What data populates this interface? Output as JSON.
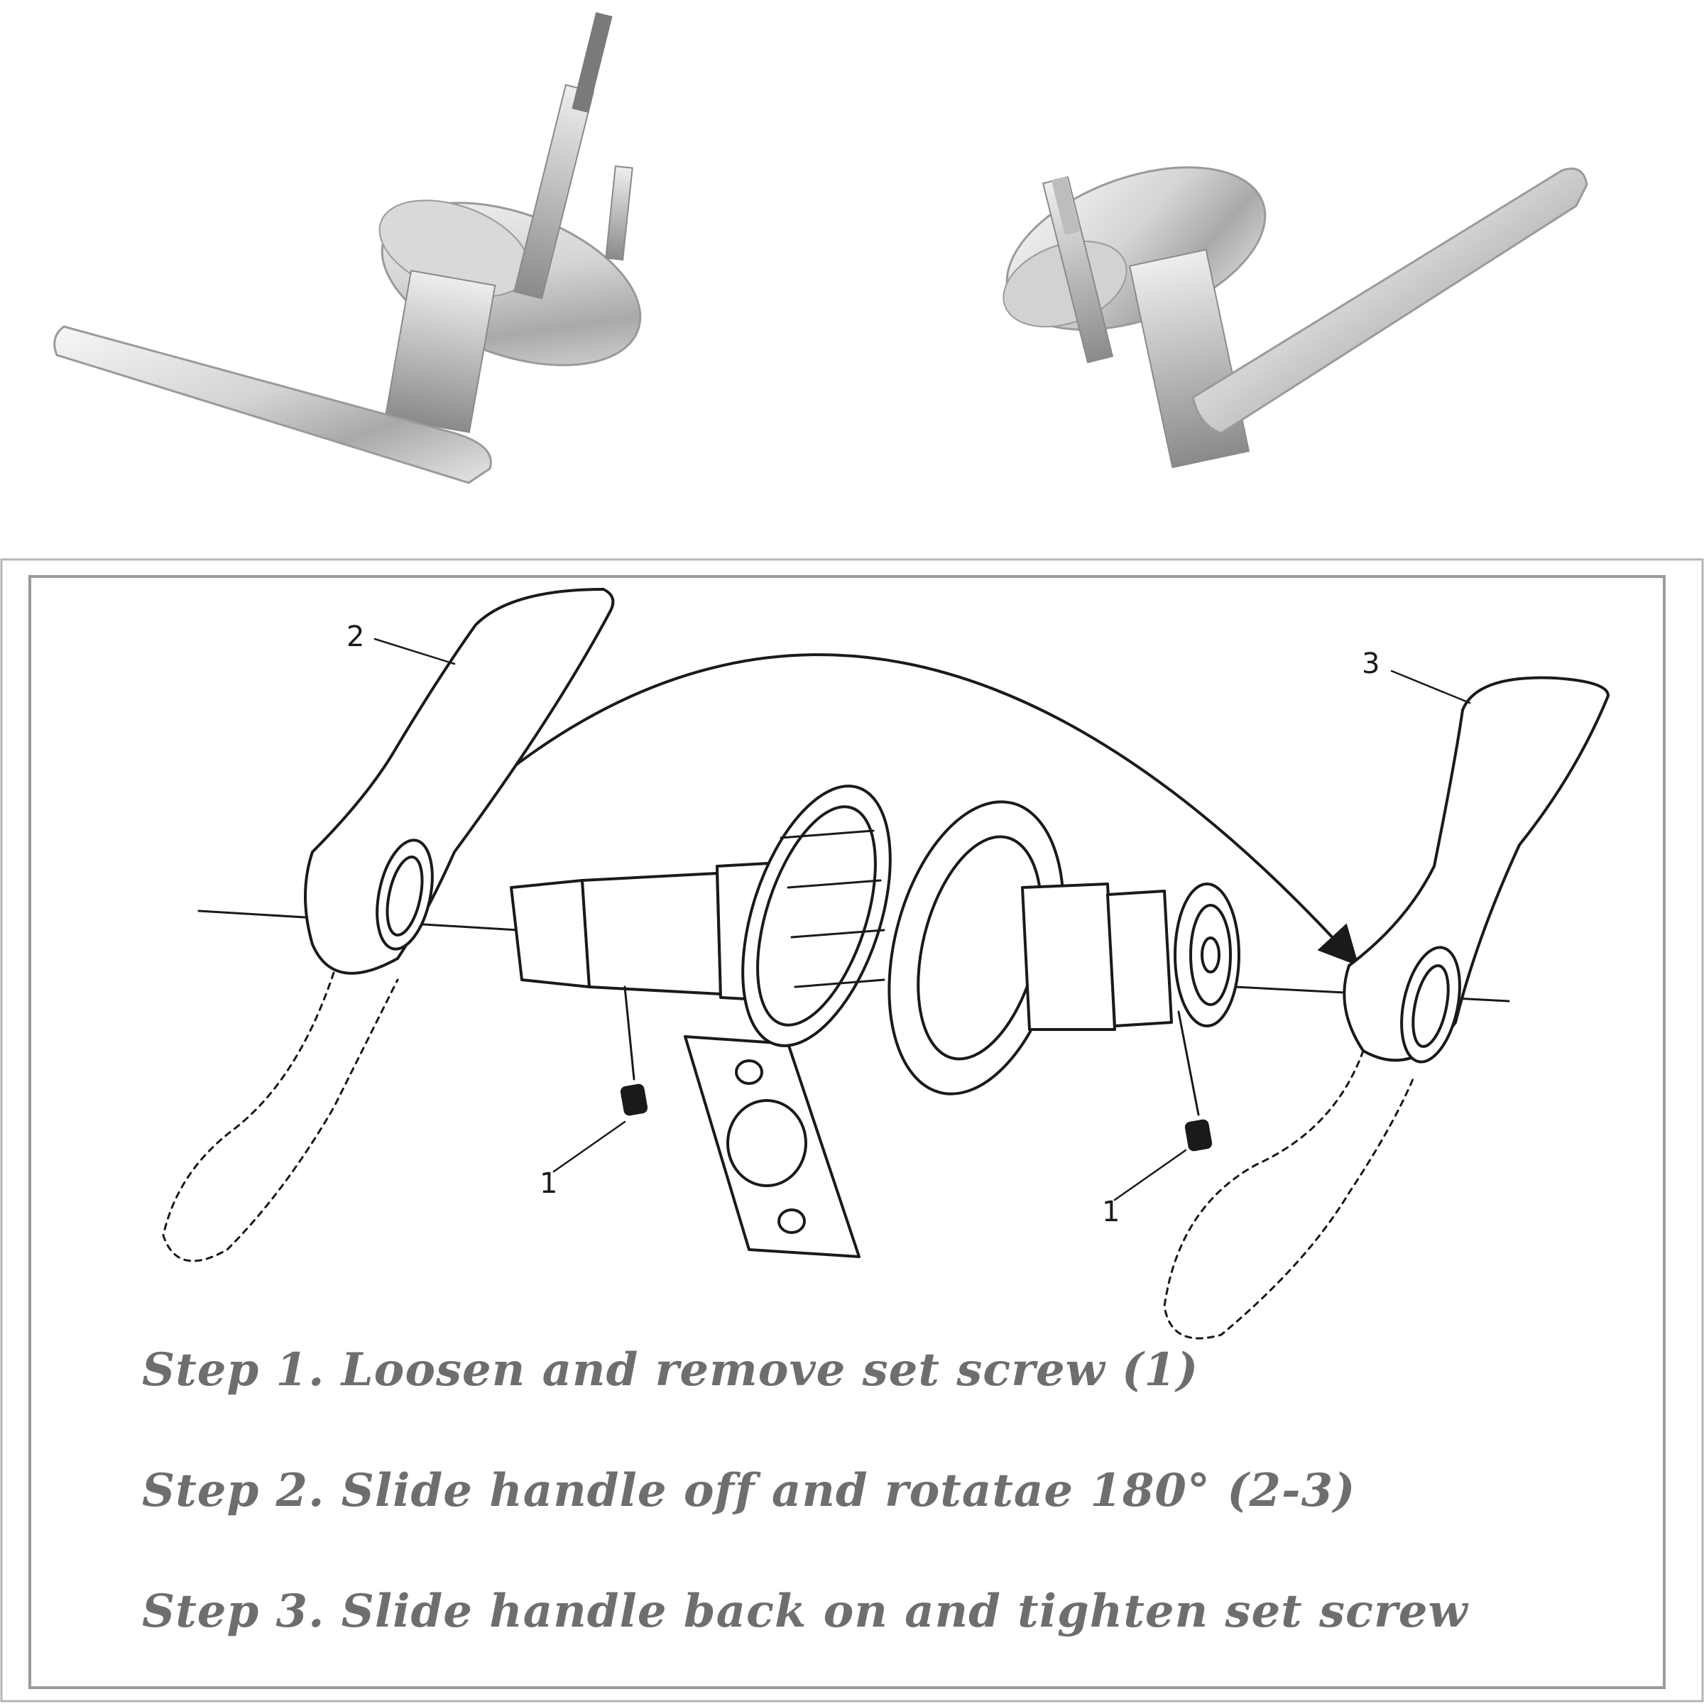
{
  "photos": [
    {
      "name": "lever-handle-photo-left"
    },
    {
      "name": "lever-handle-photo-right"
    }
  ],
  "diagram": {
    "callouts": {
      "set_screw_left": "1",
      "set_screw_right": "1",
      "handle_original": "2",
      "handle_rotated": "3"
    }
  },
  "steps": [
    "Step 1. Loosen and remove set screw (1)",
    "Step 2. Slide handle off and rotatae 180° (2-3)",
    "Step 3. Slide handle back on and tighten set screw"
  ],
  "colors": {
    "line": "#1a1a1a",
    "frame": "#9a9a9a",
    "text": "#6e6e6e",
    "metal_light": "#ececec",
    "metal_dark": "#8f8f8f"
  }
}
